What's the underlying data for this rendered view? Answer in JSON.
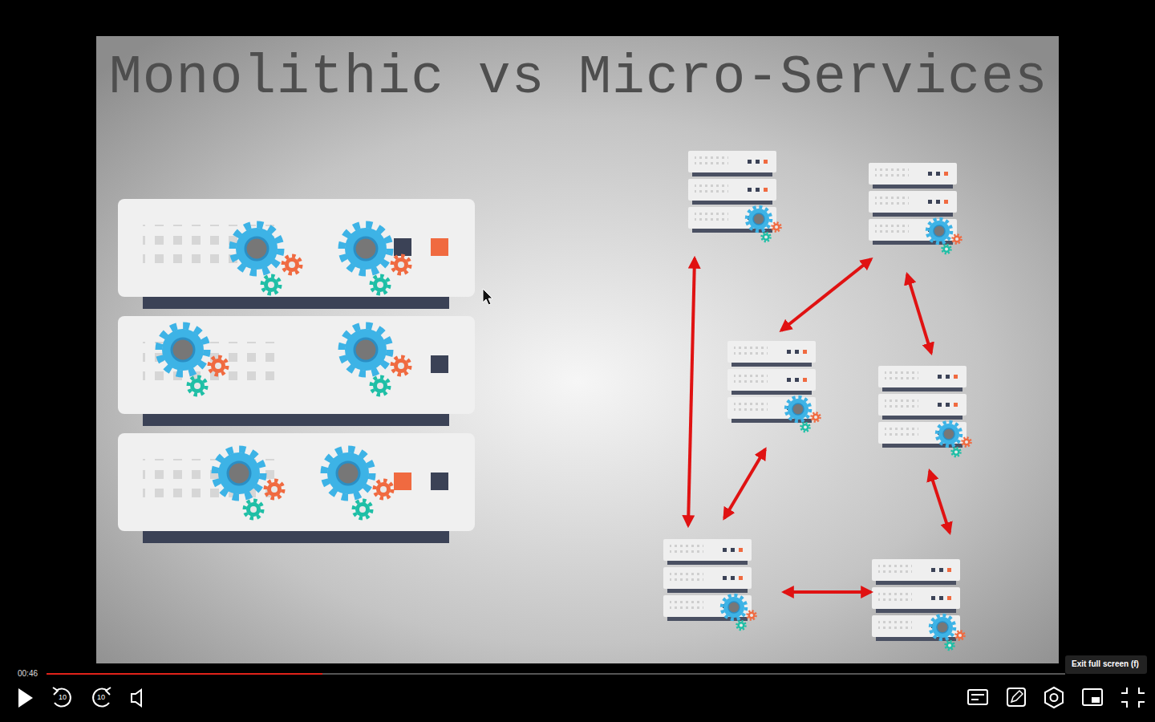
{
  "diagram": {
    "title": "Monolithic vs Micro-Services",
    "labels": [
      "Exit full screen (f)",
      "00:46",
      "10",
      "10"
    ]
  }
}
